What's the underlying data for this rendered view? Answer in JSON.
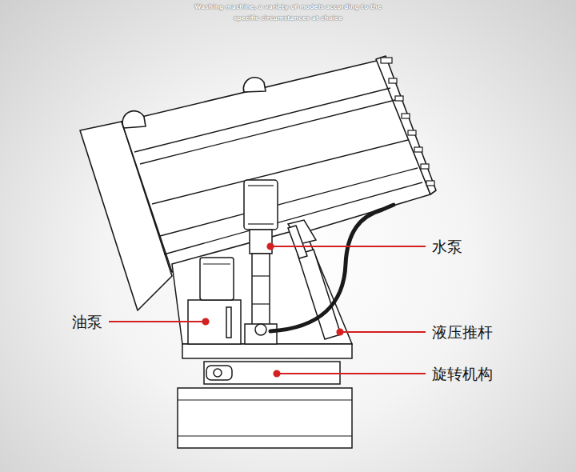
{
  "diagram": {
    "labels": [
      "Washing machine, a variety of models according to the specific circumstances at choice",
      "水泵",
      "油泵",
      "液压推杆",
      "旋转机构"
    ]
  }
}
